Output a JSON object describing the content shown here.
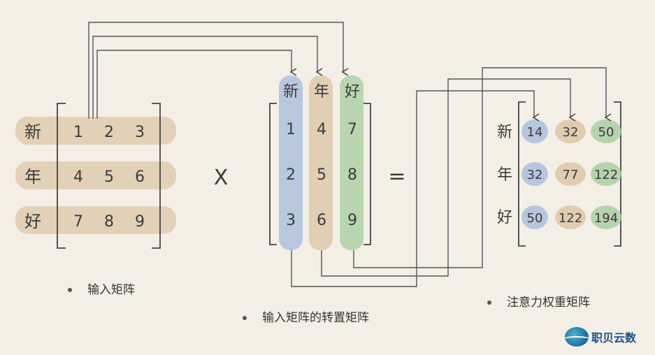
{
  "input_matrix": {
    "row_labels": [
      "新",
      "年",
      "好"
    ],
    "rows": [
      [
        "1",
        "2",
        "3"
      ],
      [
        "4",
        "5",
        "6"
      ],
      [
        "7",
        "8",
        "9"
      ]
    ],
    "caption": "输入矩阵"
  },
  "operator_multiply": "X",
  "operator_equals": "=",
  "transpose_matrix": {
    "col_labels": [
      "新",
      "年",
      "好"
    ],
    "cols": [
      [
        "1",
        "2",
        "3"
      ],
      [
        "4",
        "5",
        "6"
      ],
      [
        "7",
        "8",
        "9"
      ]
    ],
    "caption": "输入矩阵的转置矩阵"
  },
  "attention_matrix": {
    "row_labels": [
      "新",
      "年",
      "好"
    ],
    "rows": [
      [
        "14",
        "32",
        "50"
      ],
      [
        "32",
        "77",
        "122"
      ],
      [
        "50",
        "122",
        "194"
      ]
    ],
    "caption": "注意力权重矩阵"
  },
  "logo": {
    "text": "职贝云数"
  },
  "colors": {
    "background": "#f3efe6",
    "tan": "#dcc7a6",
    "blue": "#a9bedc",
    "green": "#a8cfa2",
    "line": "#555555"
  }
}
